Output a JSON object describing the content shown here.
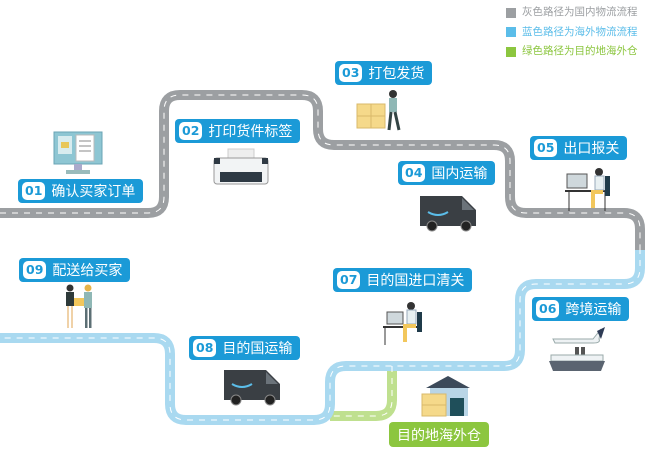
{
  "legend": [
    {
      "label": "灰色路径为国内物流流程",
      "color": "#9c9fa2"
    },
    {
      "label": "蓝色路径为海外物流流程",
      "color": "#5bbde9"
    },
    {
      "label": "绿色路径为目的地海外仓",
      "color": "#8cc63f"
    }
  ],
  "colors": {
    "label_bg": "#1b9ad7",
    "gray_road": "#9c9fa2",
    "blue_road": "#a9d9f0",
    "green_road": "#bfe08f"
  },
  "steps": [
    {
      "num": "01",
      "label": "确认买家订单",
      "icon": "computer-monitor"
    },
    {
      "num": "02",
      "label": "打印货件标签",
      "icon": "printer"
    },
    {
      "num": "03",
      "label": "打包发货",
      "icon": "worker-with-packages"
    },
    {
      "num": "04",
      "label": "国内运输",
      "icon": "delivery-van"
    },
    {
      "num": "05",
      "label": "出口报关",
      "icon": "person-at-desk"
    },
    {
      "num": "06",
      "label": "跨境运输",
      "icon": "plane-and-ship"
    },
    {
      "num": "07",
      "label": "目的国进口清关",
      "icon": "person-at-desk"
    },
    {
      "num": "08",
      "label": "目的国运输",
      "icon": "delivery-van"
    },
    {
      "num": "09",
      "label": "配送给买家",
      "icon": "package-handover"
    }
  ],
  "warehouse": {
    "label": "目的地海外仓",
    "icon": "warehouse"
  }
}
